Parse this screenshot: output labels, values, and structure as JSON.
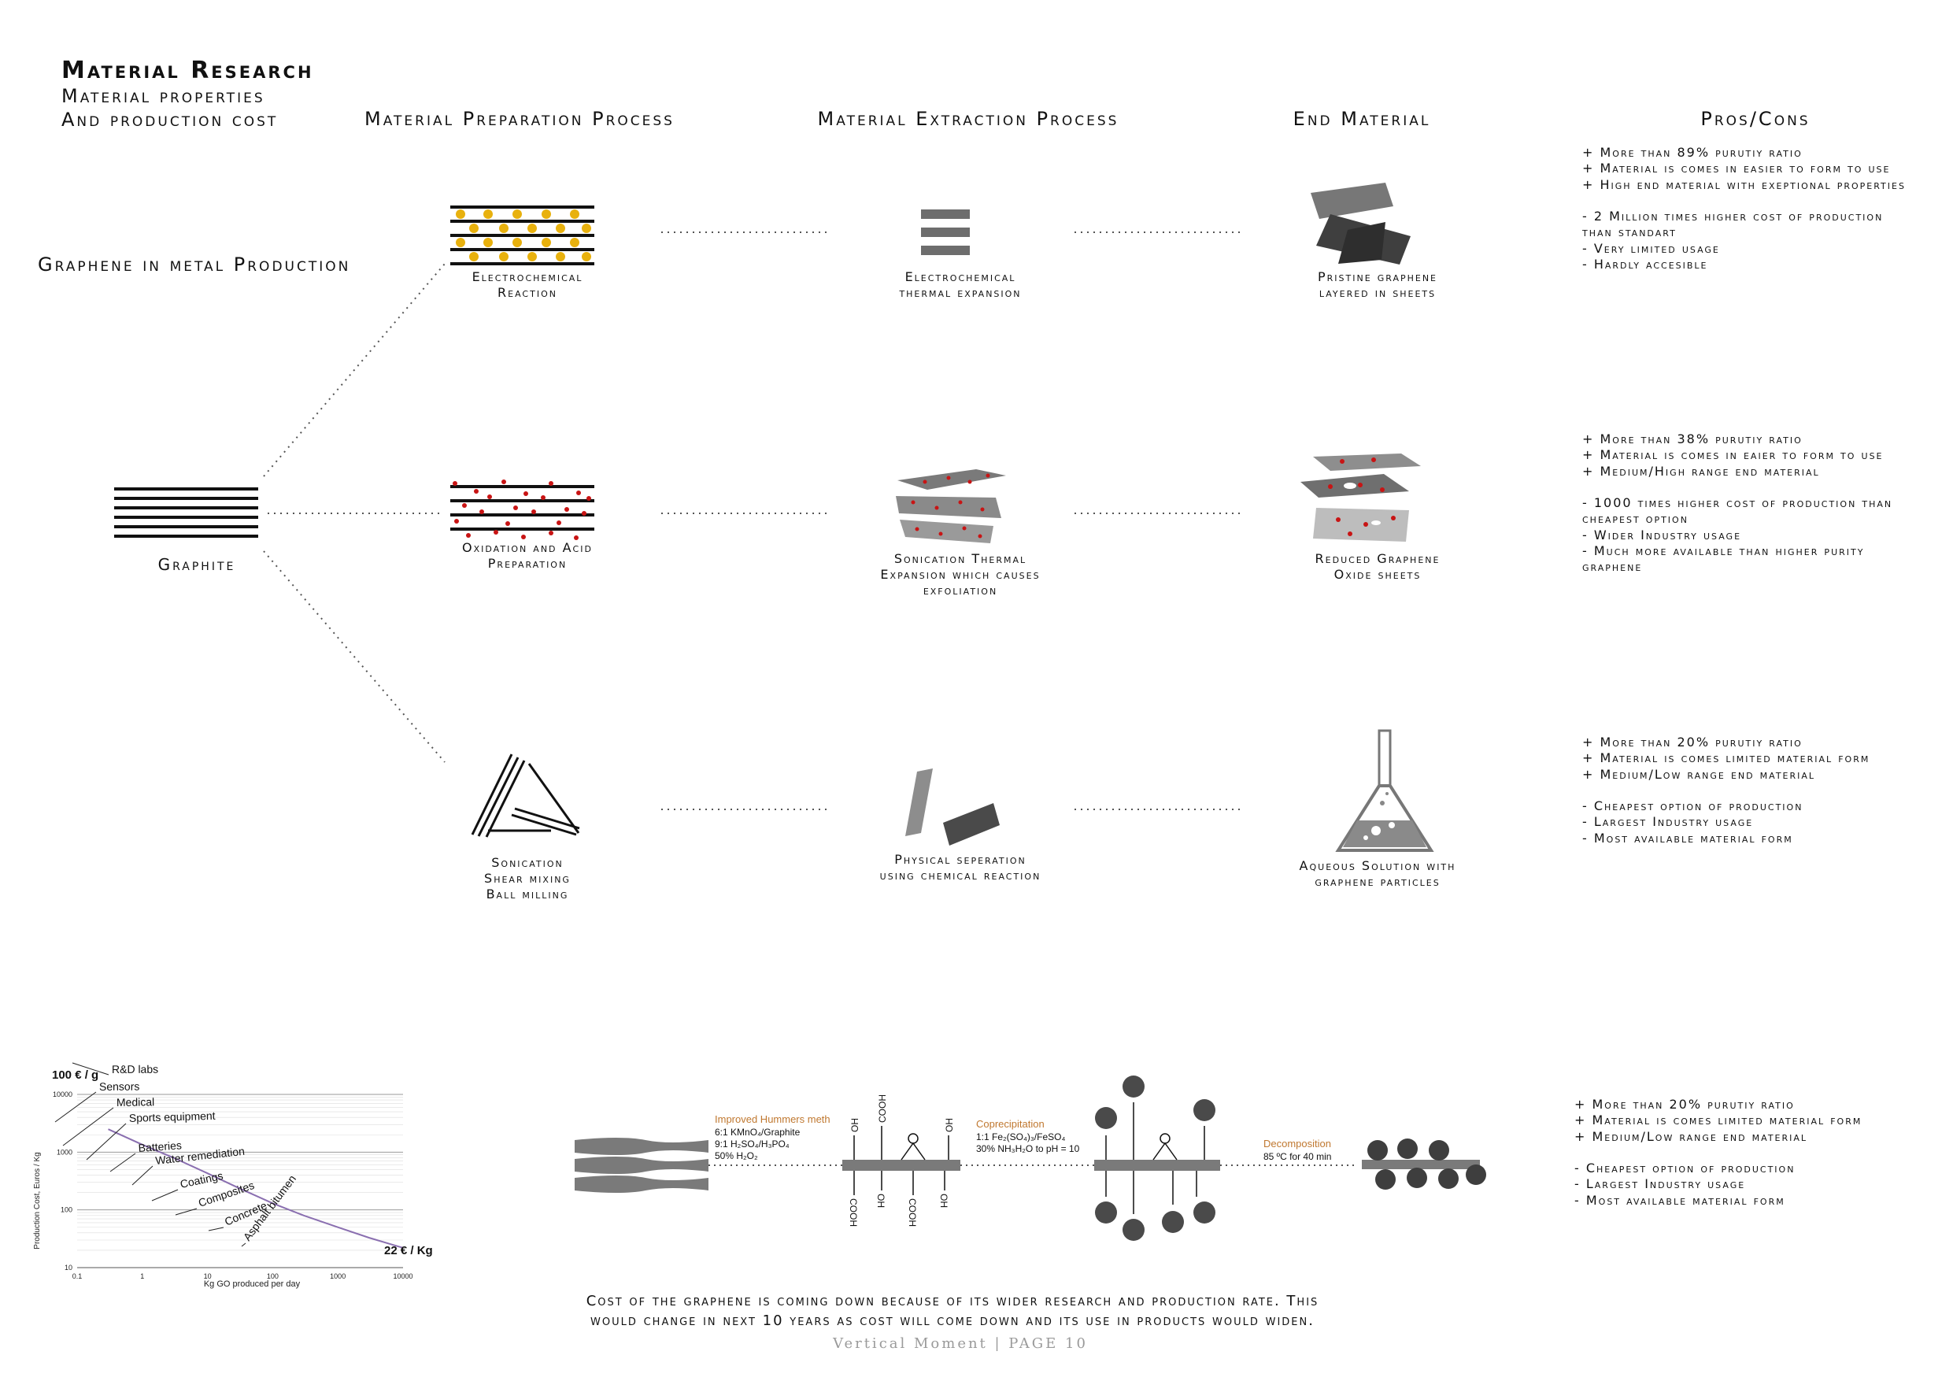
{
  "header": {
    "title": "Material Research",
    "subtitle1": "Material properties",
    "subtitle2": "And production cost"
  },
  "columns": {
    "prep": "Material Preparation Process",
    "extract": "Material Extraction Process",
    "end": "End Material",
    "pros": "Pros/Cons"
  },
  "row_label": "Graphene in metal Production",
  "source_label": "Graphite",
  "rows": [
    {
      "prep": [
        "Electrochemical",
        "Reaction"
      ],
      "extract": [
        "Electrochemical",
        "thermal expansion"
      ],
      "end": [
        "Pristine graphene",
        "layered in sheets"
      ],
      "pros": [
        "+ More than 89% purutiy ratio",
        "+ Material is comes in easier to form to use",
        "+ High end material with exeptional properties",
        "",
        "- 2 Million times higher cost of production",
        "than standart",
        "- Very limited usage",
        "- Hardly accesible"
      ]
    },
    {
      "prep": [
        "Oxidation and Acid",
        "Preparation"
      ],
      "extract": [
        "Sonication Thermal",
        "Expansion which causes",
        "exfoliation"
      ],
      "end": [
        "Reduced Graphene",
        "Oxide sheets"
      ],
      "pros": [
        "+ More than 38% purutiy ratio",
        "+ Material is comes in eaier to form to use",
        "+ Medium/High range end material",
        "",
        "- 1000 times higher cost of production than",
        "cheapest option",
        "- Wider Industry usage",
        "- Much more available than higher purity",
        "graphene"
      ]
    },
    {
      "prep": [
        "Sonication",
        "Shear mixing",
        "Ball milling"
      ],
      "extract": [
        "Physical seperation",
        "using chemical reaction"
      ],
      "end": [
        "Aqueous Solution with",
        "graphene particles"
      ],
      "pros": [
        "+ More than 20% purutiy ratio",
        "+ Material is comes limited material form",
        "+ Medium/Low range end material",
        "",
        "- Cheapest option of production",
        "- Largest Industry usage",
        "- Most available material form"
      ]
    }
  ],
  "bottom_pros": [
    "+ More than 20% purutiy ratio",
    "+ Material is comes limited material form",
    "+ Medium/Low range end material",
    "",
    "- Cheapest option of production",
    "- Largest Industry usage",
    "- Most available material form"
  ],
  "process": {
    "step1_title": "Improved Hummers meth",
    "step1_lines": [
      "6:1 KMnO₄/Graphite",
      "9:1 H₂SO₄/H₃PO₄",
      "50% H₂O₂"
    ],
    "step2_title": "Coprecipitation",
    "step2_lines": [
      "1:1 Fe₂(SO₄)₃/FeSO₄",
      "30% NH₃H₂O to pH = 10"
    ],
    "step3_title": "Decomposition",
    "step3_lines": [
      "85 ºC for 40 min"
    ],
    "accent": "#c07830"
  },
  "bottom_text": [
    "Cost of the graphene is coming down because of its wider research and production rate. This",
    "would change in next 10 years as cost will come down and its use in products would widen."
  ],
  "footer": "Vertical Moment | PAGE 10",
  "chart_data": {
    "type": "line",
    "xlabel": "Kg GO produced per day",
    "ylabel": "Production Cost, Euros / Kg",
    "x_scale": "log",
    "y_scale": "log",
    "xlim": [
      0.1,
      10000
    ],
    "ylim": [
      10,
      10000
    ],
    "x_ticks": [
      "0.1",
      "1",
      "10",
      "100",
      "1000",
      "10000"
    ],
    "y_ticks": [
      "10",
      "100",
      "1000",
      "10000"
    ],
    "top_annotation": "100 € / g",
    "bottom_annotation": "22 € / Kg",
    "line_color": "#8a6fb0",
    "series": [
      {
        "x": [
          0.3,
          1,
          3,
          10,
          30,
          100,
          300,
          1000,
          3000,
          10000
        ],
        "y": [
          2500,
          1350,
          800,
          430,
          240,
          130,
          80,
          50,
          33,
          22
        ]
      }
    ],
    "annotations": [
      "R&D labs",
      "Sensors",
      "Medical",
      "Sports equipment",
      "Batteries",
      "Water remediation",
      "Coatings",
      "Composites",
      "Concrete",
      "Asphalt bitumen"
    ]
  }
}
